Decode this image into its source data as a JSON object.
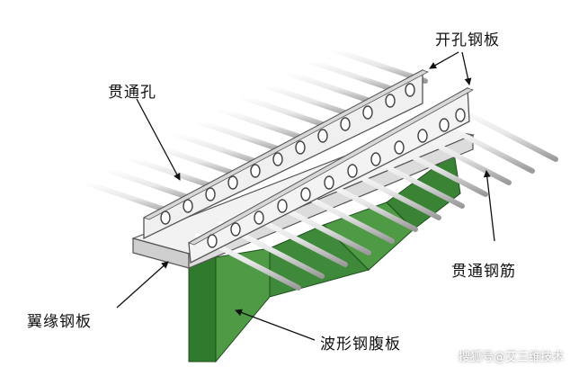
{
  "labels": {
    "perforated_plate": "开孔钢板",
    "through_hole": "贯通孔",
    "through_rebar": "贯通钢筋",
    "flange_plate": "翼缘钢板",
    "web_plate": "波形钢腹板"
  },
  "watermark": "搜狐号@艾三维技术",
  "colors": {
    "web_green": "#3f8a3a",
    "web_dark": "#2a6326",
    "steel": "#ededed",
    "outline": "#555555",
    "rebar": "#e6e6e6"
  }
}
